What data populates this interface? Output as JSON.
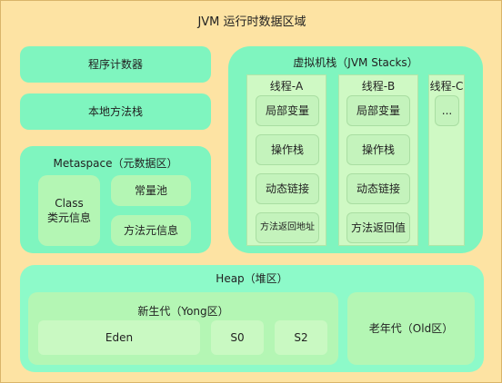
{
  "title": "JVM 运行时数据区域",
  "pc_register": "程序计数器",
  "native_stack": "本地方法栈",
  "metaspace": {
    "title": "Metaspace（元数据区）",
    "class_info": "Class\n类元信息",
    "constant_pool": "常量池",
    "method_info": "方法元信息"
  },
  "stacks": {
    "title": "虚拟机栈（JVM Stacks）",
    "threads": [
      {
        "name": "线程-A",
        "frames": [
          "局部变量",
          "操作栈",
          "动态链接",
          "方法返回地址"
        ]
      },
      {
        "name": "线程-B",
        "frames": [
          "局部变量",
          "操作栈",
          "动态链接",
          "方法返回值"
        ]
      },
      {
        "name": "线程-C",
        "frames": [
          "..."
        ]
      }
    ]
  },
  "heap": {
    "title": "Heap（堆区）",
    "young": {
      "title": "新生代（Yong区）",
      "eden": "Eden",
      "s0": "S0",
      "s2": "S2"
    },
    "old": "老年代（Old区）"
  }
}
